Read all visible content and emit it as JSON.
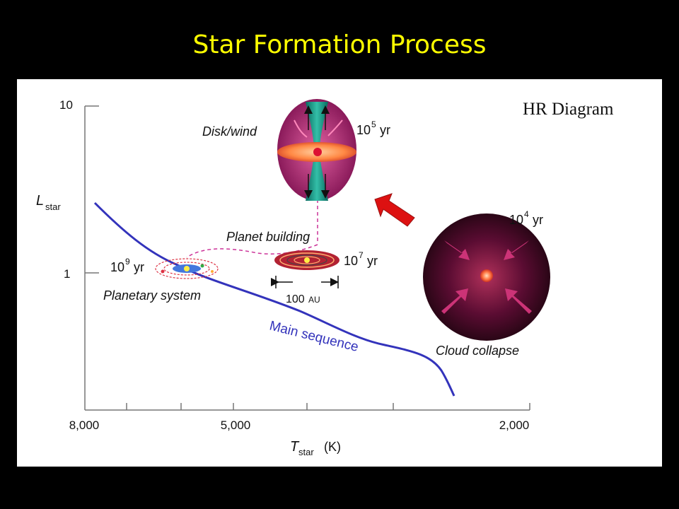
{
  "slide": {
    "title": "Star Formation Process"
  },
  "diagram": {
    "corner_label": "HR Diagram",
    "y_axis": {
      "symbol": "L",
      "subscript": "star",
      "ticks": [
        "10",
        "1"
      ]
    },
    "x_axis": {
      "symbol": "T",
      "subscript": "star",
      "unit": "(K)",
      "ticks": [
        "8,000",
        "5,000",
        "2,000"
      ]
    },
    "main_sequence_label": "Main sequence",
    "stages": {
      "cloud_collapse": {
        "label": "Cloud collapse",
        "time_base": "10",
        "time_exp": "4",
        "time_unit": "yr"
      },
      "disk_wind": {
        "label": "Disk/wind",
        "time_base": "10",
        "time_exp": "5",
        "time_unit": "yr"
      },
      "planet_building": {
        "label": "Planet building",
        "time_base": "10",
        "time_exp": "7",
        "time_unit": "yr",
        "scale_value": "100",
        "scale_unit": "AU"
      },
      "planetary_system": {
        "label": "Planetary system",
        "time_base": "10",
        "time_exp": "9",
        "time_unit": "yr"
      }
    },
    "colors": {
      "main_sequence": "#3333bb",
      "path": "#cc3399",
      "arrow": "#dd1111",
      "title": "#ffff00"
    }
  }
}
